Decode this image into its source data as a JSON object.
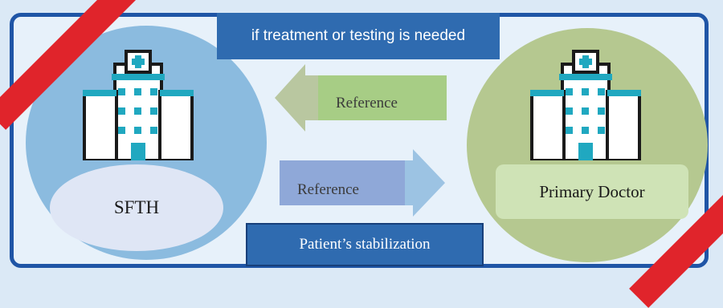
{
  "top_box": {
    "text": "if treatment or testing is needed"
  },
  "bottom_box": {
    "text": "Patient’s stabilization"
  },
  "arrow_to_sfth": {
    "label": "Reference"
  },
  "arrow_to_doctor": {
    "label": "Reference"
  },
  "left_node": {
    "label": "SFTH",
    "icon": "hospital-icon"
  },
  "right_node": {
    "label": "Primary Doctor",
    "icon": "hospital-icon"
  },
  "colors": {
    "frame": "#1f55a6",
    "box_fill": "#2f6bb0",
    "left_circle": "#8bbbdf",
    "right_circle": "#b5c890",
    "ribbon": "#e0242b",
    "arrow_left": "#a7cd85",
    "arrow_right": "#8fb4df"
  }
}
